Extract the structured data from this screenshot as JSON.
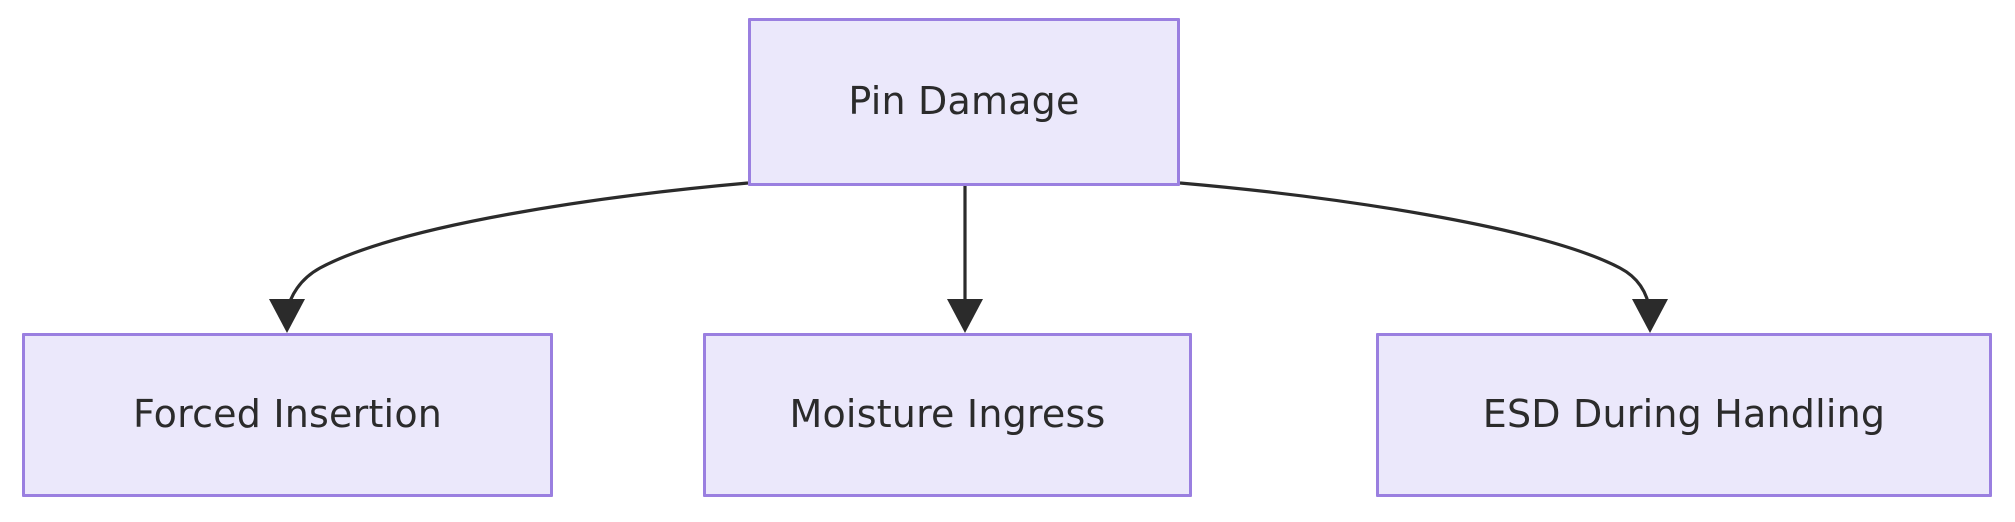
{
  "diagram": {
    "type": "flowchart",
    "direction": "top-down",
    "title": "Pin Damage",
    "background_color": "#ffffff",
    "node_fill_color": "#ebe8fb",
    "node_border_color": "#9a7fe0",
    "node_text_color": "#2b2b2b",
    "edge_color": "#2b2b2b",
    "nodes": [
      {
        "id": "root",
        "label": "Pin Damage",
        "level": "root"
      },
      {
        "id": "forced",
        "label": "Forced Insertion",
        "level": "child"
      },
      {
        "id": "moist",
        "label": "Moisture Ingress",
        "level": "child"
      },
      {
        "id": "esd",
        "label": "ESD During Handling",
        "level": "child"
      }
    ],
    "edges": [
      {
        "from": "root",
        "to": "forced",
        "label": "",
        "arrow": "arrowhead"
      },
      {
        "from": "root",
        "to": "moist",
        "label": "",
        "arrow": "arrowhead"
      },
      {
        "from": "root",
        "to": "esd",
        "label": "",
        "arrow": "arrowhead"
      }
    ]
  }
}
